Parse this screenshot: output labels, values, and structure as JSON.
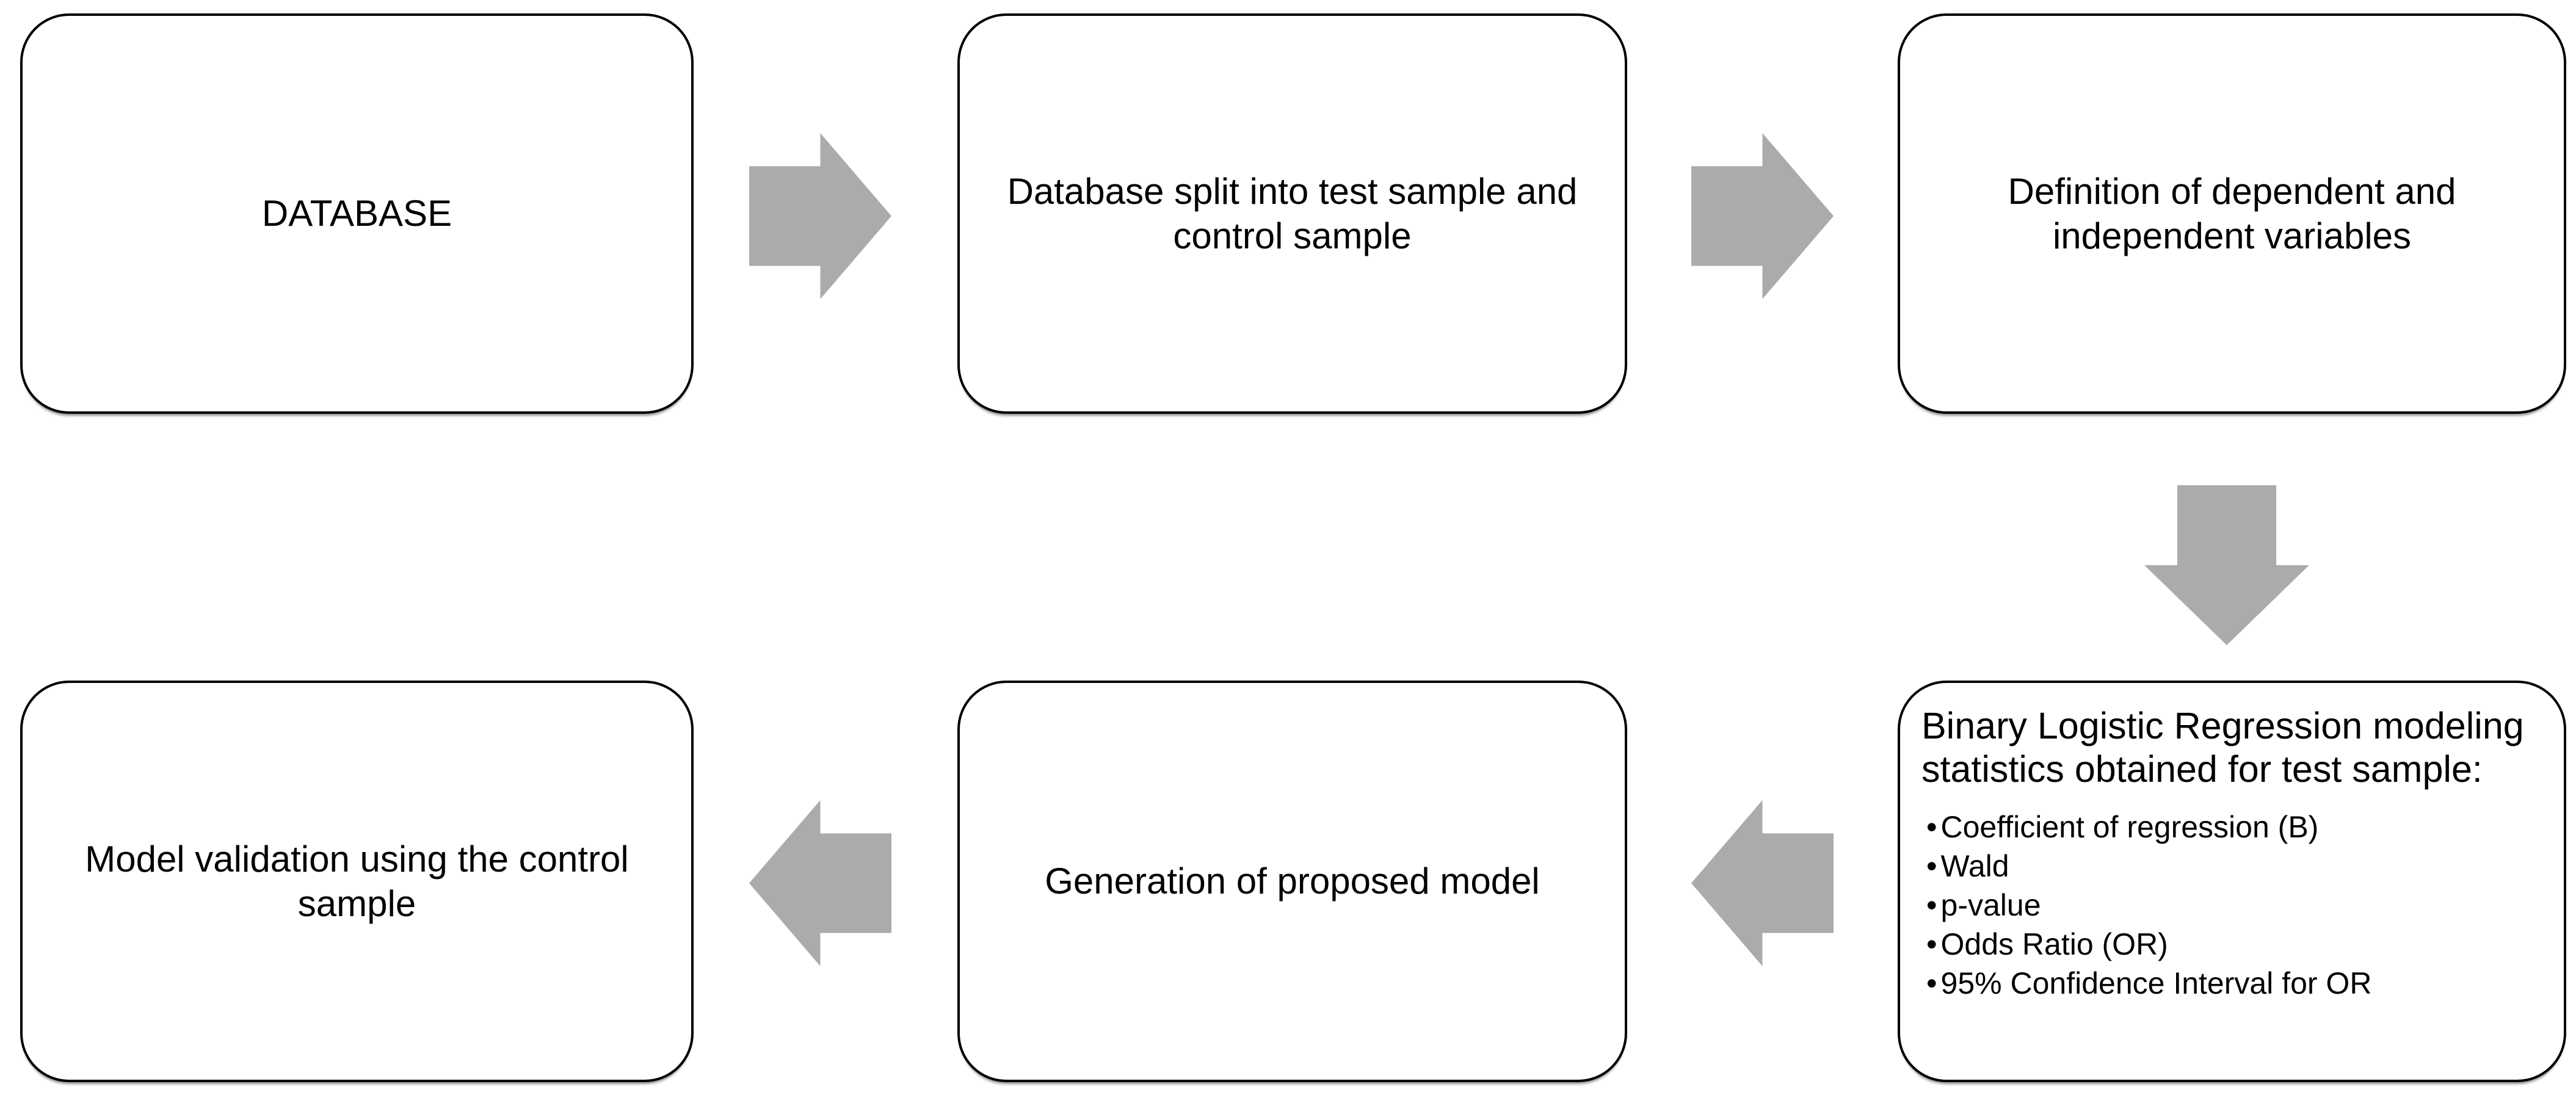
{
  "colors": {
    "canvas-bg": "#ffffff",
    "box-bg": "#ffffff",
    "box-border": "#000000",
    "text": "#000000",
    "arrow": "#ababab"
  },
  "boxes": {
    "database": {
      "label": "DATABASE"
    },
    "split": {
      "label": "Database split into test sample and control sample"
    },
    "variables": {
      "label": "Definition of dependent and independent variables"
    },
    "regression": {
      "heading": "Binary Logistic Regression modeling statistics obtained for test sample:",
      "bullet_char": "•",
      "bullets": [
        "Coefficient of regression (B)",
        "Wald",
        "p-value",
        "Odds Ratio (OR)",
        "95% Confidence Interval for OR"
      ]
    },
    "generation": {
      "label": "Generation of proposed model"
    },
    "validation": {
      "label": "Model validation using the control sample"
    }
  },
  "arrows": {
    "step1": {
      "direction": "right"
    },
    "step2": {
      "direction": "right"
    },
    "step3": {
      "direction": "down"
    },
    "step4": {
      "direction": "left"
    },
    "step5": {
      "direction": "left"
    }
  }
}
